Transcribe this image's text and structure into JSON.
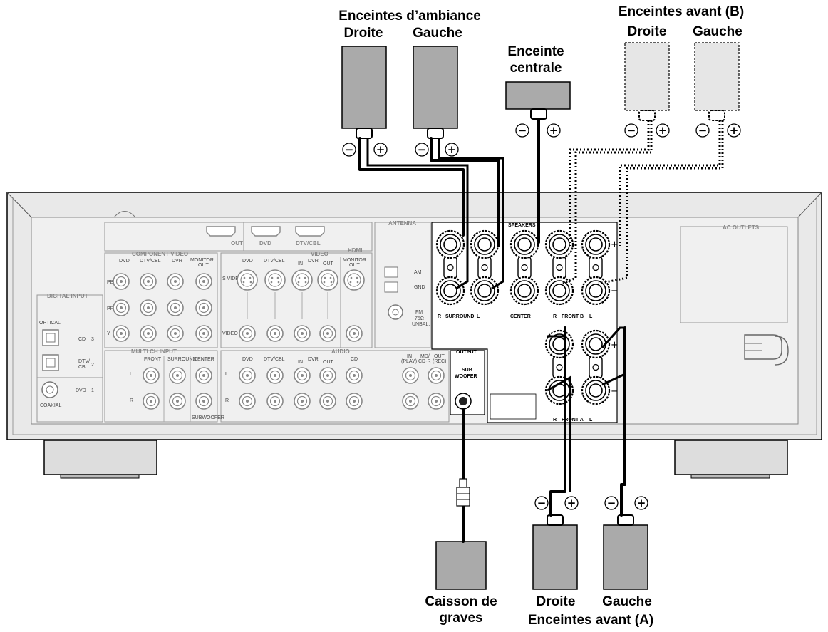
{
  "labels": {
    "surround_title": "Enceintes d’ambiance",
    "surround_right": "Droite",
    "surround_left": "Gauche",
    "front_b_title": "Enceintes avant (B)",
    "front_b_right": "Droite",
    "front_b_left": "Gauche",
    "center_line1": "Enceinte",
    "center_line2": "centrale",
    "sub_line1": "Caisson de",
    "sub_line2": "graves",
    "front_a_right": "Droite",
    "front_a_left": "Gauche",
    "front_a_title": "Enceintes avant (A)"
  },
  "symbols": {
    "minus": "−",
    "plus": "+"
  },
  "panel": {
    "hdmi_out": "OUT",
    "hdmi_dvd": "DVD",
    "hdmi_dtvcbl": "DTV/CBL",
    "hdmi": "HDMI",
    "component_video": "COMPONENT VIDEO",
    "cv_dvd": "DVD",
    "cv_dtvcbl": "DTV/CBL",
    "cv_dvr": "DVR",
    "cv_monitor": "MONITOR",
    "cv_out": "OUT",
    "pb": "PB",
    "pr": "PR",
    "y": "Y",
    "video": "VIDEO",
    "v_dvd": "DVD",
    "v_dtvcbl": "DTV/CBL",
    "v_in": "IN",
    "v_dvr": "DVR",
    "v_out": "OUT",
    "v_monitor": "MONITOR",
    "v_monitor_out": "OUT",
    "s_video": "S VIDEO",
    "video_row": "VIDEO",
    "antenna": "ANTENNA",
    "am": "AM",
    "gnd": "GND",
    "fm": "FM",
    "fm_imp": "75Ω",
    "fm_unbal": "UNBAL.",
    "speakers": "SPEAKERS",
    "surround": "SURROUND",
    "center": "CENTER",
    "front_b": "FRONT B",
    "front_a": "FRONT A",
    "r_mark": "R",
    "l_mark": "L",
    "digital_input": "DIGITAL INPUT",
    "optical": "OPTICAL",
    "coaxial": "COAXIAL",
    "cd": "CD",
    "num3": "3",
    "dtv": "DTV/",
    "cbl": "CBL",
    "num2": "2",
    "dvd": "DVD",
    "num1": "1",
    "multi_ch_input": "MULTI CH INPUT",
    "mc_front": "FRONT",
    "mc_surround": "SURROUND",
    "mc_center": "CENTER",
    "mc_subwoofer": "SUBWOOFER",
    "mc_l": "L",
    "mc_r": "R",
    "audio": "AUDIO",
    "a_dvd": "DVD",
    "a_dtvcbl": "DTV/CBL",
    "a_in": "IN",
    "a_dvr": "DVR",
    "a_out": "OUT",
    "a_cd": "CD",
    "a_l": "L",
    "a_r": "R",
    "a_in_play1": "IN",
    "a_in_play2": "(PLAY)",
    "a_mdcdr1": "MD/",
    "a_mdcdr2": "CD-R",
    "a_out_rec1": "OUT",
    "a_out_rec2": "(REC)",
    "output": "OUTPUT",
    "sub": "SUB",
    "woofer": "WOOFER",
    "ac_outlets": "AC OUTLETS"
  }
}
